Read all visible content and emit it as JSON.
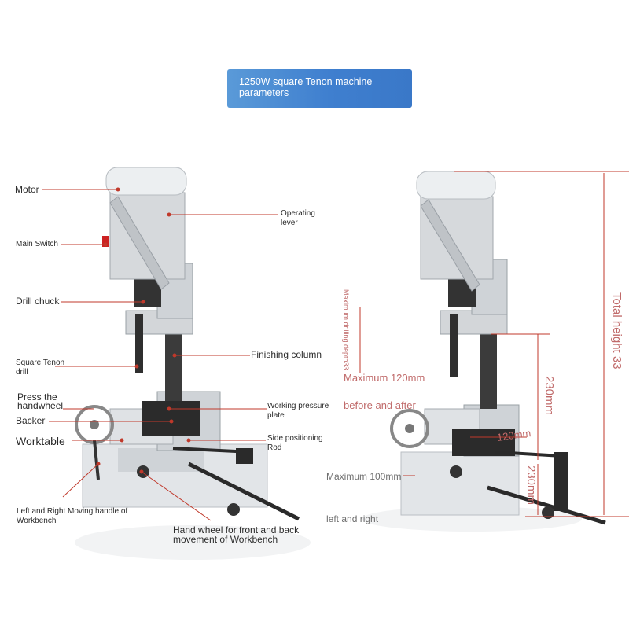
{
  "banner": {
    "title_line1": "1250W square Tenon machine",
    "title_line2": "parameters"
  },
  "left_labels": {
    "motor": "Motor",
    "main_switch": "Main Switch",
    "drill_chuck": "Drill chuck",
    "square_tenon_drill_line1": "Square Tenon",
    "square_tenon_drill_line2": "drill",
    "press_handwheel_line1": "Press the",
    "press_handwheel_line2": "handwheel",
    "backer": "Backer",
    "worktable": "Worktable",
    "lr_handle_line1": "Left and Right Moving handle of",
    "lr_handle_line2": "Workbench"
  },
  "right_labels": {
    "operating_lever_line1": "Operating",
    "operating_lever_line2": "lever",
    "finishing_column": "Finishing column",
    "pressure_plate_line1": "Working pressure",
    "pressure_plate_line2": "plate",
    "side_rod_line1": "Side positioning",
    "side_rod_line2": "Rod",
    "hand_wheel_line1": "Hand wheel for front and back",
    "hand_wheel_line2": "movement of Workbench"
  },
  "dimensions": {
    "max_drilling_depth": "Maximum drilling depth33",
    "max_120": "Maximum 120mm",
    "before_after": "before and after",
    "dim_230_upper": "230mm",
    "dim_120": "120mm",
    "max_100": "Maximum 100mm",
    "dim_230_lower": "230mm",
    "left_right": "left and right",
    "total_height": "Total height 33"
  },
  "colors": {
    "banner": "#3f7fcf",
    "leader_line": "#c0392b",
    "dimension_text": "#c06a6a",
    "machine_body": "#d9dde1"
  }
}
